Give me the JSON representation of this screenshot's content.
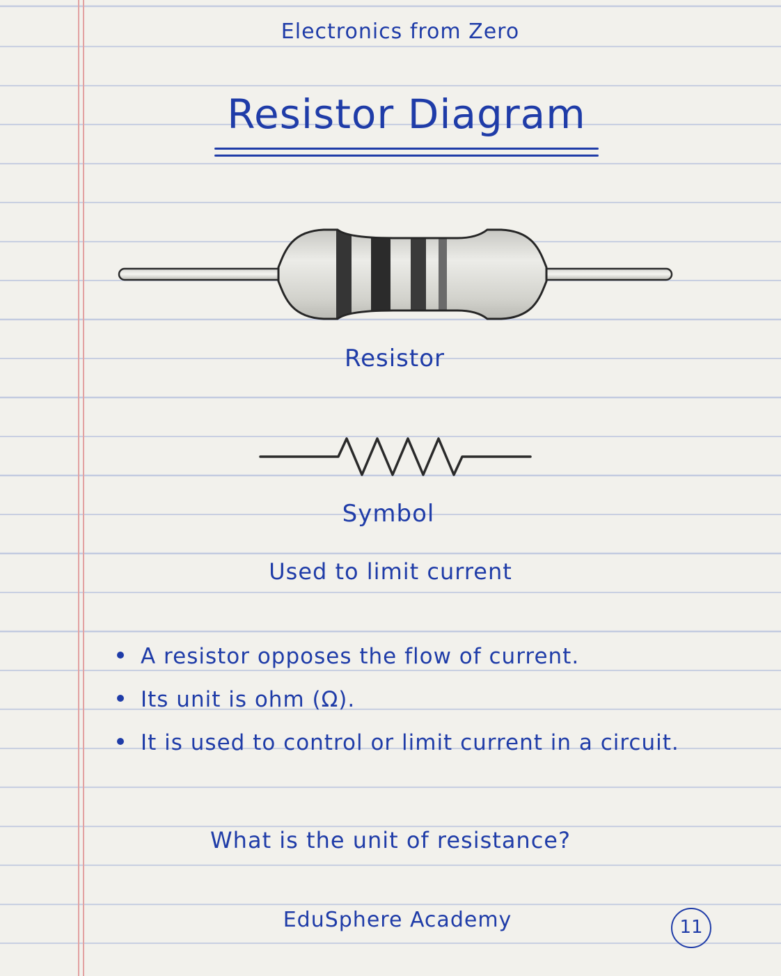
{
  "header": {
    "subject": "Electronics from Zero",
    "title": "Resistor Diagram"
  },
  "diagram": {
    "resistor_label": "Resistor",
    "symbol_label": "Symbol",
    "caption": "Used to limit current"
  },
  "bullets": [
    "A resistor opposes the flow of current.",
    "Its unit is ohm (Ω).",
    "It is used to control or limit current in a circuit."
  ],
  "question": "What is the unit of resistance?",
  "footer": {
    "publisher": "EduSphere Academy",
    "page_number": "11"
  },
  "colors": {
    "ink": "#1f3ca8",
    "paper": "#f2f1ec",
    "rule_line": "#c3cbe0",
    "margin_line": "#e2a1a1"
  }
}
